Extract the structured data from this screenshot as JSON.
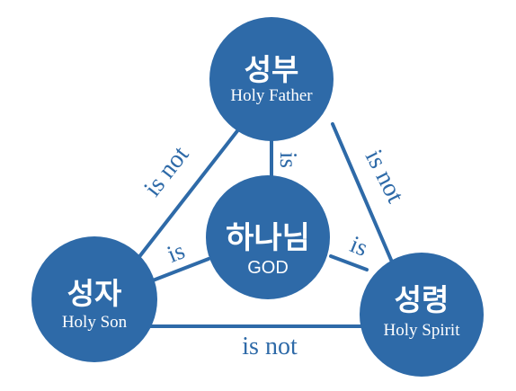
{
  "nodes": {
    "father": {
      "ko": "성부",
      "en": "Holy Father"
    },
    "son": {
      "ko": "성자",
      "en": "Holy Son"
    },
    "spirit": {
      "ko": "성령",
      "en": "Holy Spirit"
    },
    "god": {
      "ko": "하나님",
      "en": "GOD"
    }
  },
  "edges": {
    "father_son": "is not",
    "father_spirit": "is not",
    "son_spirit": "is not",
    "father_god": "is",
    "son_god": "is",
    "spirit_god": "is"
  },
  "colors": {
    "accent": "#2e6aa8",
    "text_on_accent": "#ffffff"
  }
}
